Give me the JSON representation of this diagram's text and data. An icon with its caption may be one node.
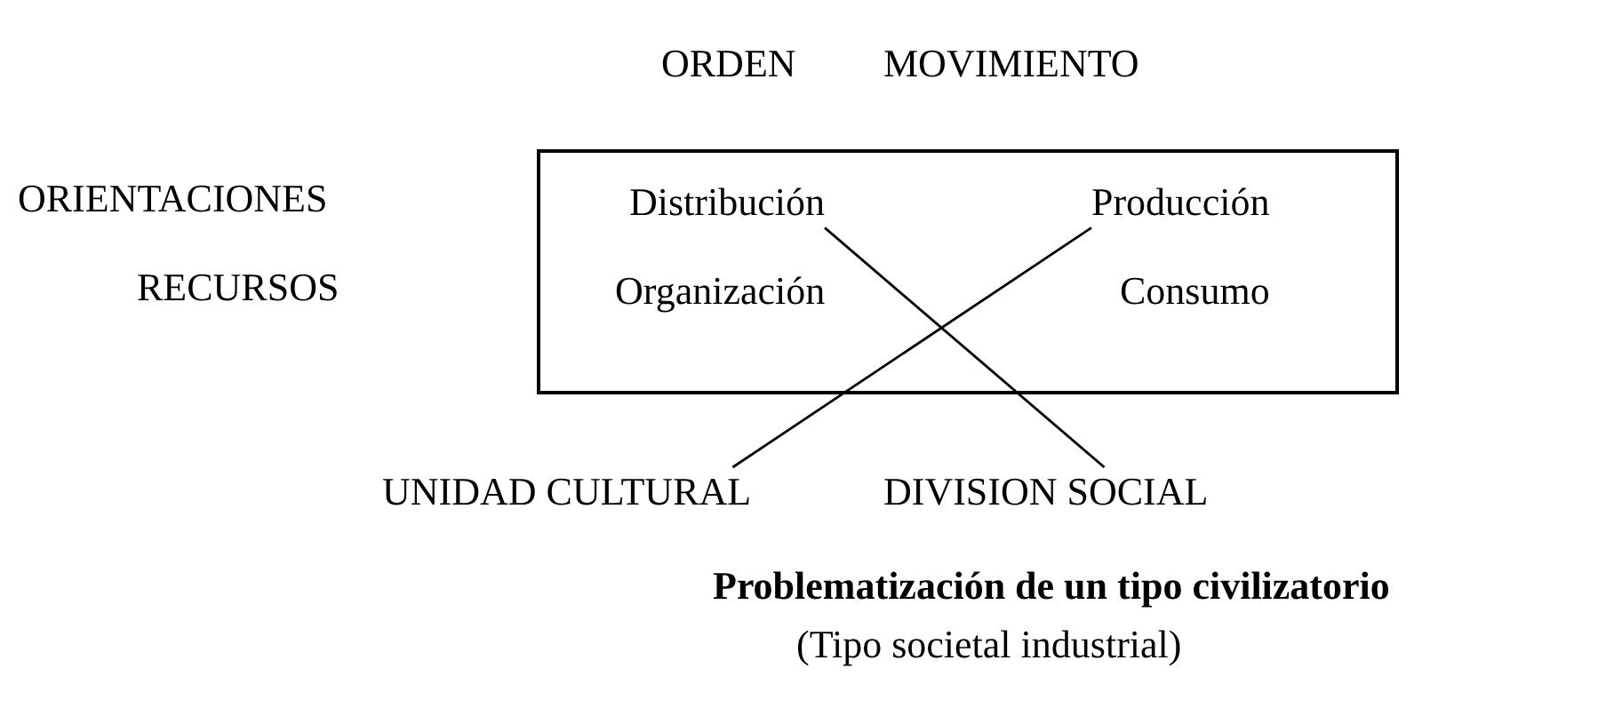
{
  "diagram": {
    "caption": "Problematización de un tipo civilizatorio",
    "nodes": [
      {
        "text": [],
        "shape": "box"
      },
      {
        "text": [
          "Distribución"
        ],
        "in": 0
      },
      {
        "text": [
          "Producción"
        ],
        "in": 0
      },
      {
        "text": [
          "Organización"
        ],
        "in": 0
      },
      {
        "text": [
          "Consumo"
        ],
        "in": 0
      },
      {
        "text": [
          "UNIDAD CULTURAL"
        ]
      },
      {
        "text": [
          "DIVISION SOCIAL"
        ]
      }
    ],
    "edges": [
      {
        "from": 5,
        "to": 2,
        "arrow": "none"
      },
      {
        "from": 1,
        "to": 6,
        "arrow": "none"
      }
    ],
    "labels": [
      "ORDEN",
      "MOVIMIENTO",
      "ORIENTACIONES",
      "RECURSOS",
      "(Tipo societal industrial)"
    ]
  }
}
